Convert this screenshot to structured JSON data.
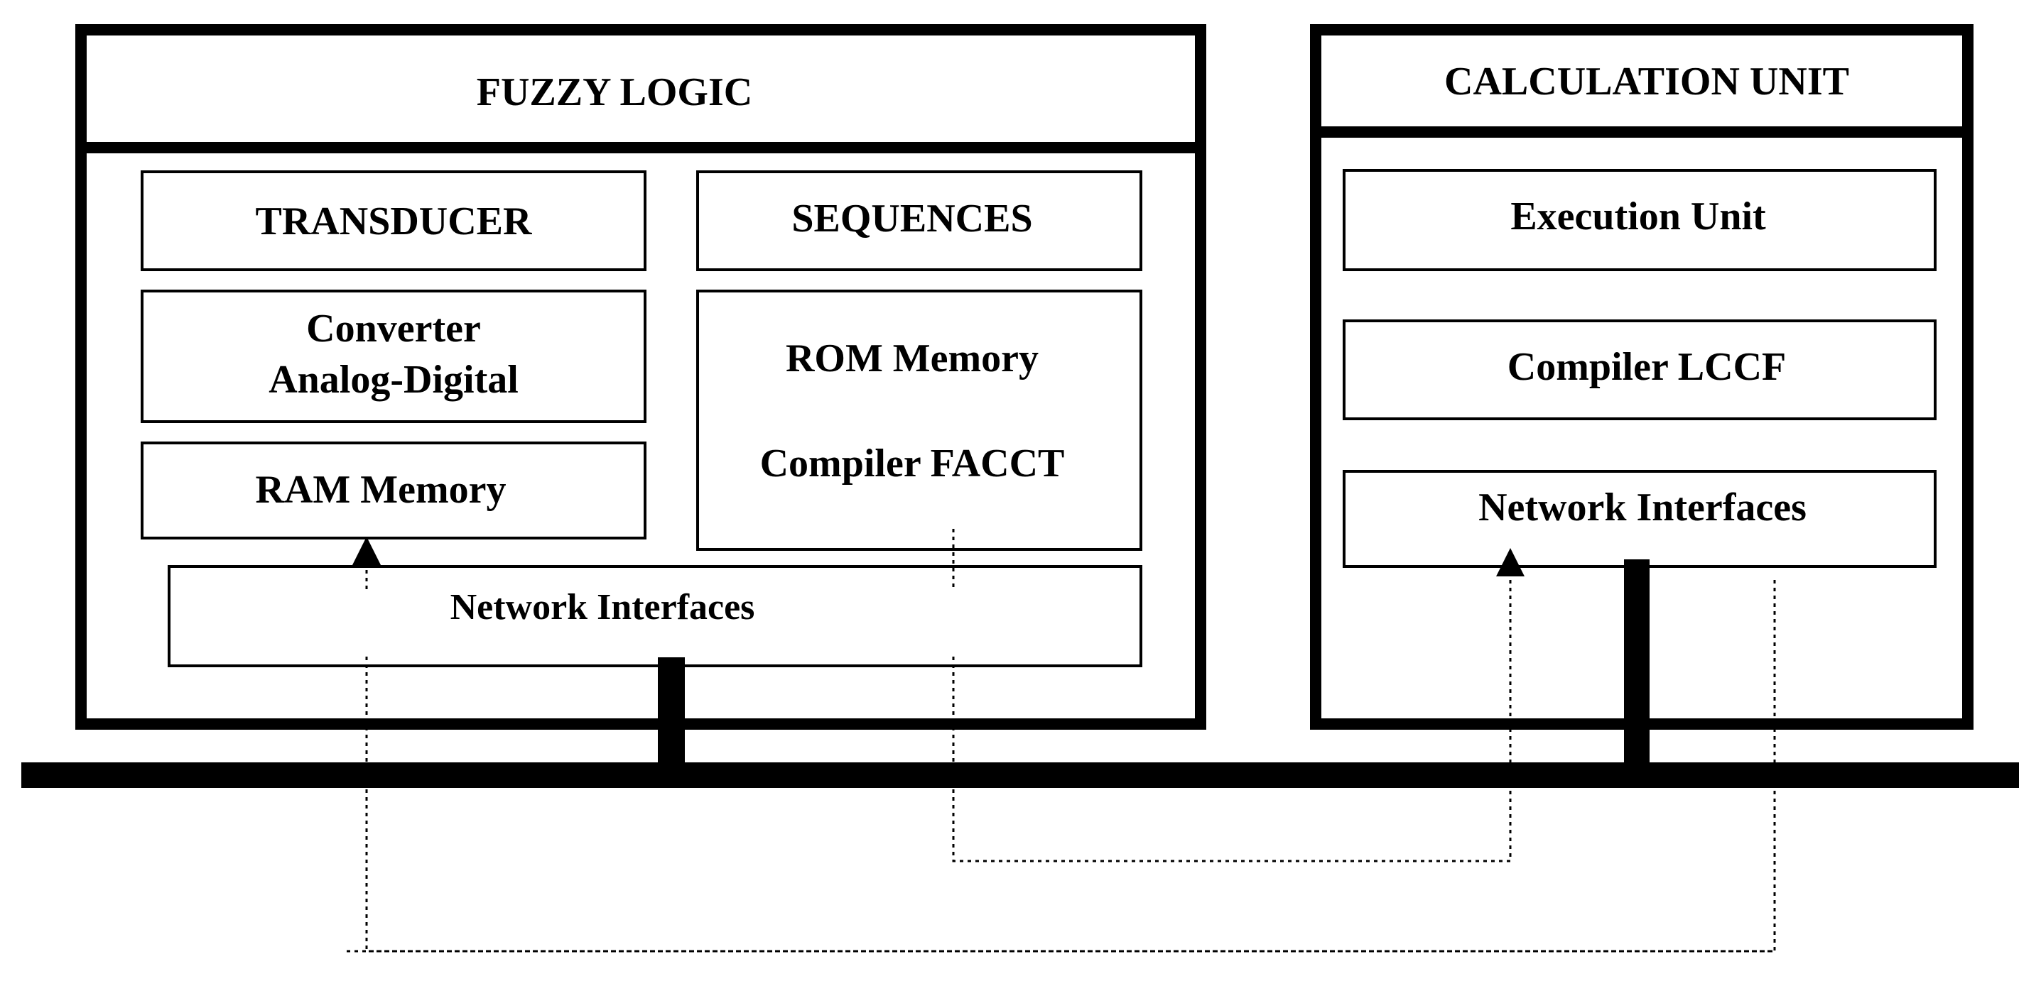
{
  "colors": {
    "stroke": "#000000",
    "background": "#ffffff"
  },
  "fuzzy_logic": {
    "title": "FUZZY LOGIC",
    "transducer": "TRANSDUCER",
    "sequences": "SEQUENCES",
    "converter_line1": "Converter",
    "converter_line2": "Analog-Digital",
    "ram_memory": "RAM Memory",
    "rom_memory": "ROM Memory",
    "compiler_facct": "Compiler FACCT",
    "network_interfaces": "Network Interfaces"
  },
  "calculation_unit": {
    "title": "CALCULATION UNIT",
    "execution_unit": "Execution Unit",
    "compiler_lccf": "Compiler LCCF",
    "network_interfaces": "Network Interfaces"
  }
}
